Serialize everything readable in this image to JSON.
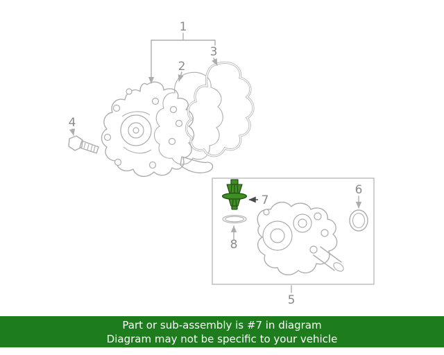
{
  "banner": {
    "line1": "Part or sub-assembly is #7 in diagram",
    "line2": "Diagram may not be specific to your vehicle"
  },
  "callouts": {
    "1": "1",
    "2": "2",
    "3": "3",
    "4": "4",
    "5": "5",
    "6": "6",
    "7": "7",
    "8": "8"
  },
  "colors": {
    "banner_background": "#1d7d1d",
    "banner_text": "#ffffff",
    "diagram_line": "#adadad",
    "callout_label": "#8a8a8a",
    "highlight_part_fill": "#3f8d24",
    "highlight_part_outline": "#16400b"
  }
}
